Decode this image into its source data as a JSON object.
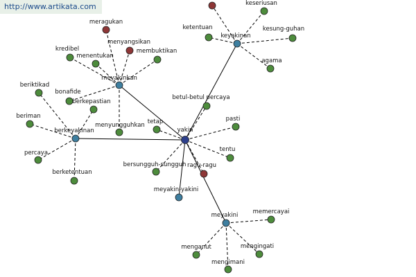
{
  "banner": {
    "text": "http://www.artikata.com"
  },
  "colors": {
    "hub": "#3e7fa0",
    "center": "#2d3f8c",
    "leaf": "#4d8c3c",
    "negation": "#8e3636",
    "edge": "#000000",
    "banner_bg": "#e8f0e8",
    "banner_text": "#1b4a8a"
  },
  "nodes": [
    {
      "id": "yakin",
      "label": "yakin",
      "kind": "center"
    },
    {
      "id": "keyakinan",
      "label": "keyakinan",
      "kind": "hub"
    },
    {
      "id": "meyakinkan",
      "label": "meyakinkan",
      "kind": "hub"
    },
    {
      "id": "berkeyakinan",
      "label": "berkeyakinan",
      "kind": "hub"
    },
    {
      "id": "meyakini",
      "label": "meyakini",
      "kind": "hub"
    },
    {
      "id": "meyakin-yakini",
      "label": "meyakin-yakini",
      "kind": "hub"
    },
    {
      "id": "top-negation",
      "label": "",
      "kind": "negation"
    },
    {
      "id": "keseriusan",
      "label": "keseriusan",
      "kind": "leaf"
    },
    {
      "id": "ketentuan",
      "label": "ketentuan",
      "kind": "leaf"
    },
    {
      "id": "kesung-guhan",
      "label": "kesung-guhan",
      "kind": "leaf"
    },
    {
      "id": "agama",
      "label": "agama",
      "kind": "leaf"
    },
    {
      "id": "betul-betul-percaya",
      "label": "betul-betul percaya",
      "kind": "leaf"
    },
    {
      "id": "meragukan",
      "label": "meragukan",
      "kind": "negation"
    },
    {
      "id": "menyangsikan",
      "label": "menyangsikan",
      "kind": "negation"
    },
    {
      "id": "kredibel",
      "label": "kredibel",
      "kind": "leaf"
    },
    {
      "id": "menentukan",
      "label": "menentukan",
      "kind": "leaf"
    },
    {
      "id": "membuktikan",
      "label": "membuktikan",
      "kind": "leaf"
    },
    {
      "id": "bonafide",
      "label": "bonafide",
      "kind": "leaf"
    },
    {
      "id": "menyungguhkan",
      "label": "menyungguhkan",
      "kind": "leaf"
    },
    {
      "id": "beriktikad",
      "label": "beriktikad",
      "kind": "leaf"
    },
    {
      "id": "berkepastian",
      "label": "berkepastian",
      "kind": "leaf"
    },
    {
      "id": "beriman",
      "label": "beriman",
      "kind": "leaf"
    },
    {
      "id": "percaya",
      "label": "percaya",
      "kind": "leaf"
    },
    {
      "id": "berketentuan",
      "label": "berketentuan",
      "kind": "leaf"
    },
    {
      "id": "tetap",
      "label": "tetap",
      "kind": "leaf"
    },
    {
      "id": "pasti",
      "label": "pasti",
      "kind": "leaf"
    },
    {
      "id": "tentu",
      "label": "tentu",
      "kind": "leaf"
    },
    {
      "id": "bersungguh-sungguh",
      "label": "bersungguh-sungguh",
      "kind": "leaf"
    },
    {
      "id": "ragu-ragu",
      "label": "ragu-ragu",
      "kind": "negation"
    },
    {
      "id": "memercayai",
      "label": "memercayai",
      "kind": "leaf"
    },
    {
      "id": "menganut",
      "label": "menganut",
      "kind": "leaf"
    },
    {
      "id": "mengingati",
      "label": "mengingati",
      "kind": "leaf"
    },
    {
      "id": "mengimani",
      "label": "mengimani",
      "kind": "leaf"
    }
  ],
  "edges": [
    {
      "from": "yakin",
      "to": "keyakinan",
      "style": "solid"
    },
    {
      "from": "yakin",
      "to": "meyakinkan",
      "style": "solid"
    },
    {
      "from": "yakin",
      "to": "berkeyakinan",
      "style": "solid"
    },
    {
      "from": "yakin",
      "to": "meyakini",
      "style": "solid"
    },
    {
      "from": "yakin",
      "to": "meyakin-yakini",
      "style": "solid"
    },
    {
      "from": "keyakinan",
      "to": "top-negation",
      "style": "dashed"
    },
    {
      "from": "keyakinan",
      "to": "keseriusan",
      "style": "dashed"
    },
    {
      "from": "keyakinan",
      "to": "ketentuan",
      "style": "dashed"
    },
    {
      "from": "keyakinan",
      "to": "kesung-guhan",
      "style": "dashed"
    },
    {
      "from": "keyakinan",
      "to": "agama",
      "style": "dashed"
    },
    {
      "from": "meyakinkan",
      "to": "meragukan",
      "style": "dashed"
    },
    {
      "from": "meyakinkan",
      "to": "menyangsikan",
      "style": "dashed"
    },
    {
      "from": "meyakinkan",
      "to": "kredibel",
      "style": "dashed"
    },
    {
      "from": "meyakinkan",
      "to": "menentukan",
      "style": "dashed"
    },
    {
      "from": "meyakinkan",
      "to": "membuktikan",
      "style": "dashed"
    },
    {
      "from": "meyakinkan",
      "to": "bonafide",
      "style": "dashed"
    },
    {
      "from": "meyakinkan",
      "to": "menyungguhkan",
      "style": "dashed"
    },
    {
      "from": "berkeyakinan",
      "to": "beriktikad",
      "style": "dashed"
    },
    {
      "from": "berkeyakinan",
      "to": "berkepastian",
      "style": "dashed"
    },
    {
      "from": "berkeyakinan",
      "to": "beriman",
      "style": "dashed"
    },
    {
      "from": "berkeyakinan",
      "to": "percaya",
      "style": "dashed"
    },
    {
      "from": "berkeyakinan",
      "to": "berketentuan",
      "style": "dashed"
    },
    {
      "from": "yakin",
      "to": "betul-betul-percaya",
      "style": "dashed"
    },
    {
      "from": "yakin",
      "to": "tetap",
      "style": "dashed"
    },
    {
      "from": "yakin",
      "to": "pasti",
      "style": "dashed"
    },
    {
      "from": "yakin",
      "to": "tentu",
      "style": "dashed"
    },
    {
      "from": "yakin",
      "to": "bersungguh-sungguh",
      "style": "dashed"
    },
    {
      "from": "yakin",
      "to": "ragu-ragu",
      "style": "dashed"
    },
    {
      "from": "meyakini",
      "to": "memercayai",
      "style": "dashed"
    },
    {
      "from": "meyakini",
      "to": "menganut",
      "style": "dashed"
    },
    {
      "from": "meyakini",
      "to": "mengingati",
      "style": "dashed"
    },
    {
      "from": "meyakini",
      "to": "mengimani",
      "style": "dashed"
    }
  ]
}
